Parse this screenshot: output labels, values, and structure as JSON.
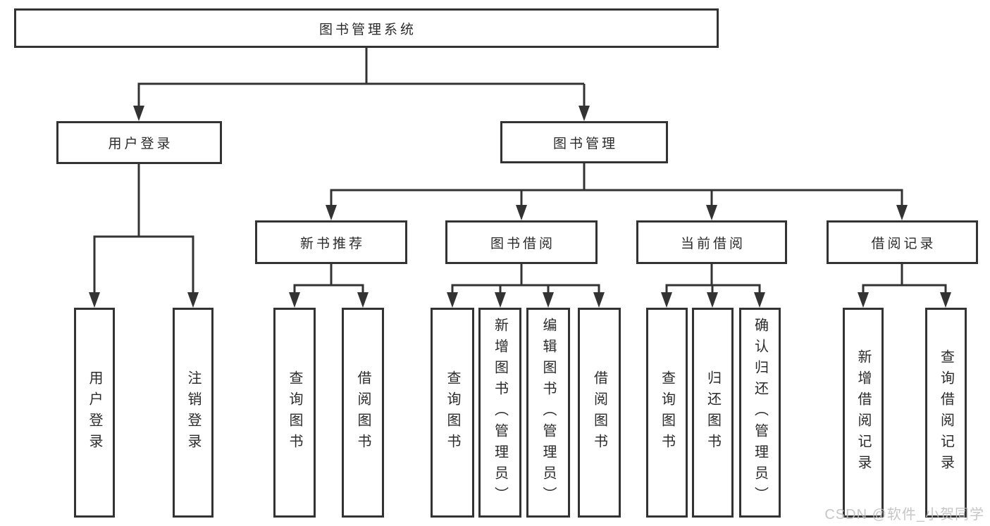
{
  "diagram": {
    "root": {
      "label": "图书管理系统"
    },
    "level1": [
      {
        "id": "user-login",
        "label": "用户登录"
      },
      {
        "id": "book-management",
        "label": "图书管理"
      }
    ],
    "level2": [
      {
        "id": "new-book-recommend",
        "label": "新书推荐"
      },
      {
        "id": "book-borrow",
        "label": "图书借阅"
      },
      {
        "id": "current-borrow",
        "label": "当前借阅"
      },
      {
        "id": "borrow-record",
        "label": "借阅记录"
      }
    ],
    "leaves": {
      "user_login": [
        {
          "label": "用户登录"
        },
        {
          "label": "注销登录"
        }
      ],
      "new_book_recommend": [
        {
          "label": "查询图书"
        },
        {
          "label": "借阅图书"
        }
      ],
      "book_borrow": [
        {
          "label": "查询图书"
        },
        {
          "label": "新增图书（管理员）"
        },
        {
          "label": "编辑图书（管理员）"
        },
        {
          "label": "借阅图书"
        }
      ],
      "current_borrow": [
        {
          "label": "查询图书"
        },
        {
          "label": "归还图书"
        },
        {
          "label": "确认归还（管理员）"
        }
      ],
      "borrow_record": [
        {
          "label": "新增借阅记录"
        },
        {
          "label": "查询借阅记录"
        }
      ]
    },
    "watermark": "CSDN @软件_小贺同学",
    "colors": {
      "line": "#333333",
      "box_fill": "#ffffff",
      "text": "#2b2b2b",
      "watermark": "#bebebe"
    }
  }
}
